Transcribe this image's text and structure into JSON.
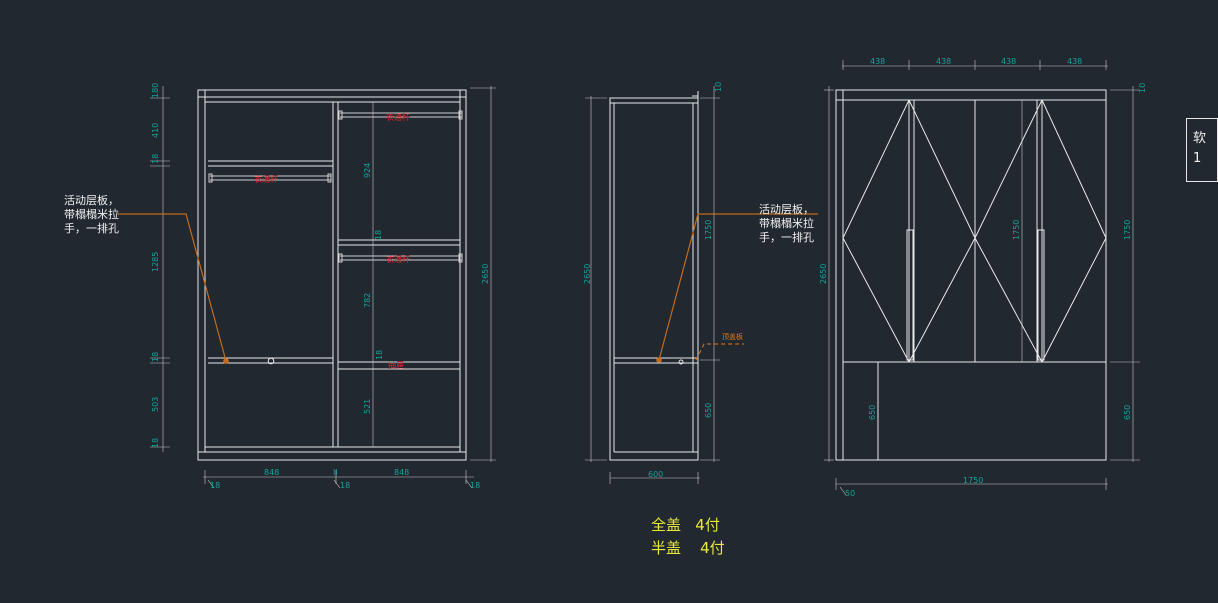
{
  "colors": {
    "background": "#212830",
    "line": "#e9e9e9",
    "dimension": "#1aa09a",
    "red_label": "#e8242c",
    "leader": "#c46a1a",
    "note": "#e9e93c"
  },
  "front_view": {
    "shelf_note": [
      "活动层板，",
      "带榻榻米拉",
      "手，一排孔"
    ],
    "hanging_rail_labels": [
      "衣通杆",
      "衣通杆",
      "衣通杆"
    ],
    "drawer_label": "抽屉",
    "dims_left": [
      "180",
      "410",
      "18",
      "1285",
      "18",
      "503",
      "18"
    ],
    "dims_right_inner": [
      "924",
      "18",
      "782",
      "18",
      "521"
    ],
    "height_total": "2650",
    "width_left": "848",
    "width_right": "848",
    "width_mid_mark": "II",
    "panel_thickness": [
      "18",
      "18",
      "18"
    ]
  },
  "side_view": {
    "shelf_note": [
      "活动层板，",
      "带榻榻米拉",
      "手，一排孔"
    ],
    "back_panel_label": "顶盖板",
    "height_total": "2650",
    "dim_top": "10",
    "dim_upper": "1750",
    "dim_lower": "650",
    "depth": "600"
  },
  "door_view": {
    "door_widths": [
      "438",
      "438",
      "438",
      "438"
    ],
    "dim_top": "10",
    "height_total": "2650",
    "door_height_inner": "1750",
    "door_height_right": "1750",
    "lower_height_inner": "650",
    "lower_height_right": "650",
    "width_total": "1750",
    "offset": "50"
  },
  "hinge_notes": {
    "full_overlay": "全盖   4付",
    "half_overlay": "半盖    4付"
  },
  "side_panel": {
    "line1": "软",
    "line2": "1"
  }
}
